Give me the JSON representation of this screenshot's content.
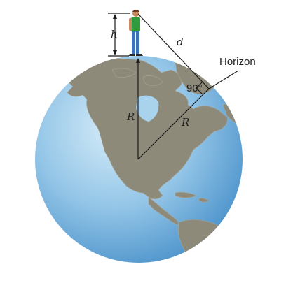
{
  "labels": {
    "height": "h",
    "distance": "d",
    "horizon": "Horizon",
    "right_angle": "90°",
    "radius_vertical": "R",
    "radius_diagonal": "R"
  },
  "colors": {
    "ocean_light": "#cfe7f6",
    "ocean_mid": "#8ec2e6",
    "ocean_dark": "#4e96cf",
    "land": "#8d8a79",
    "shirt": "#2e9b3e",
    "pants": "#3f73b8",
    "skin": "#c98a5f",
    "line": "#1a1a1a"
  }
}
